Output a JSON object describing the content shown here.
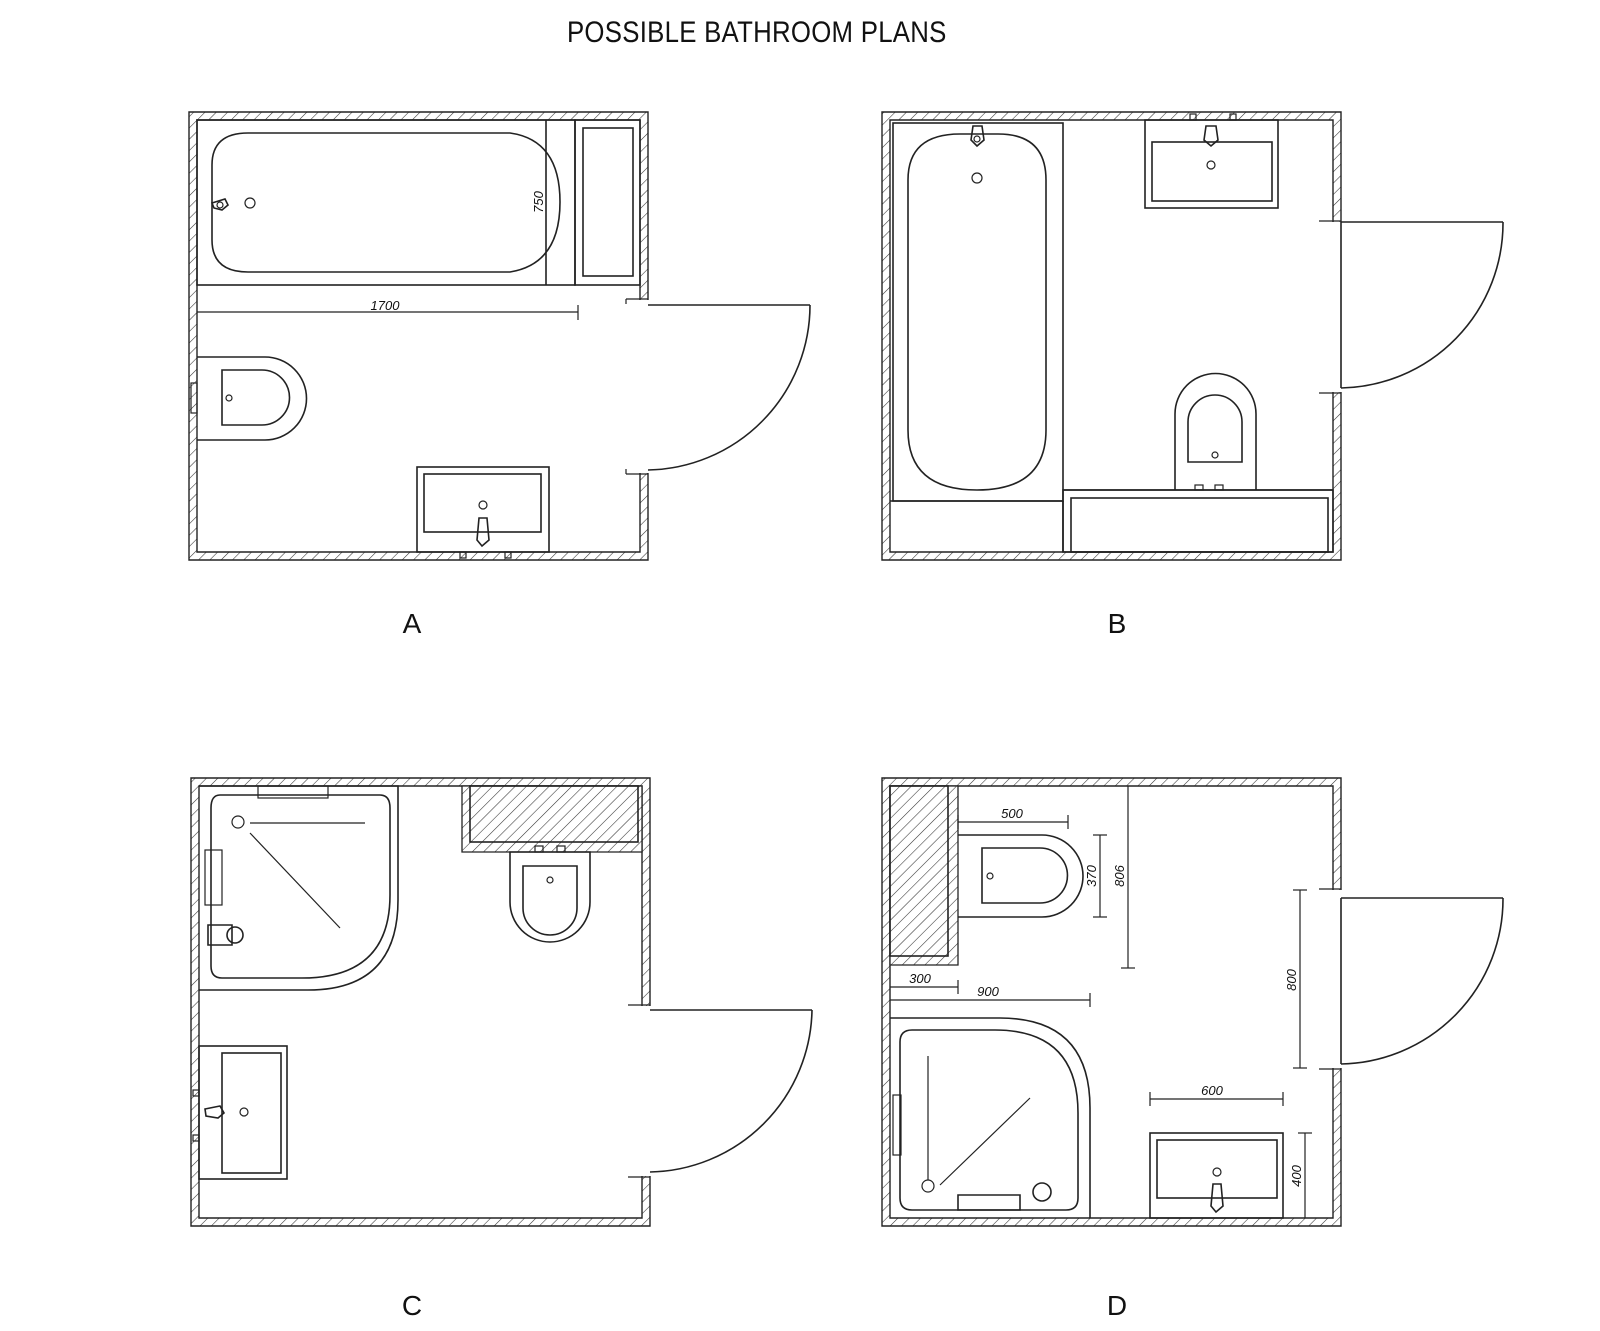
{
  "title": "POSSIBLE BATHROOM PLANS",
  "plans": [
    {
      "label": "A",
      "dimensions": [
        "1700",
        "750"
      ]
    },
    {
      "label": "B",
      "dimensions": []
    },
    {
      "label": "C",
      "dimensions": []
    },
    {
      "label": "D",
      "dimensions": [
        "500",
        "370",
        "806",
        "300",
        "900",
        "800",
        "600",
        "400"
      ]
    }
  ],
  "colors": {
    "line": "#222222",
    "background": "#ffffff"
  }
}
